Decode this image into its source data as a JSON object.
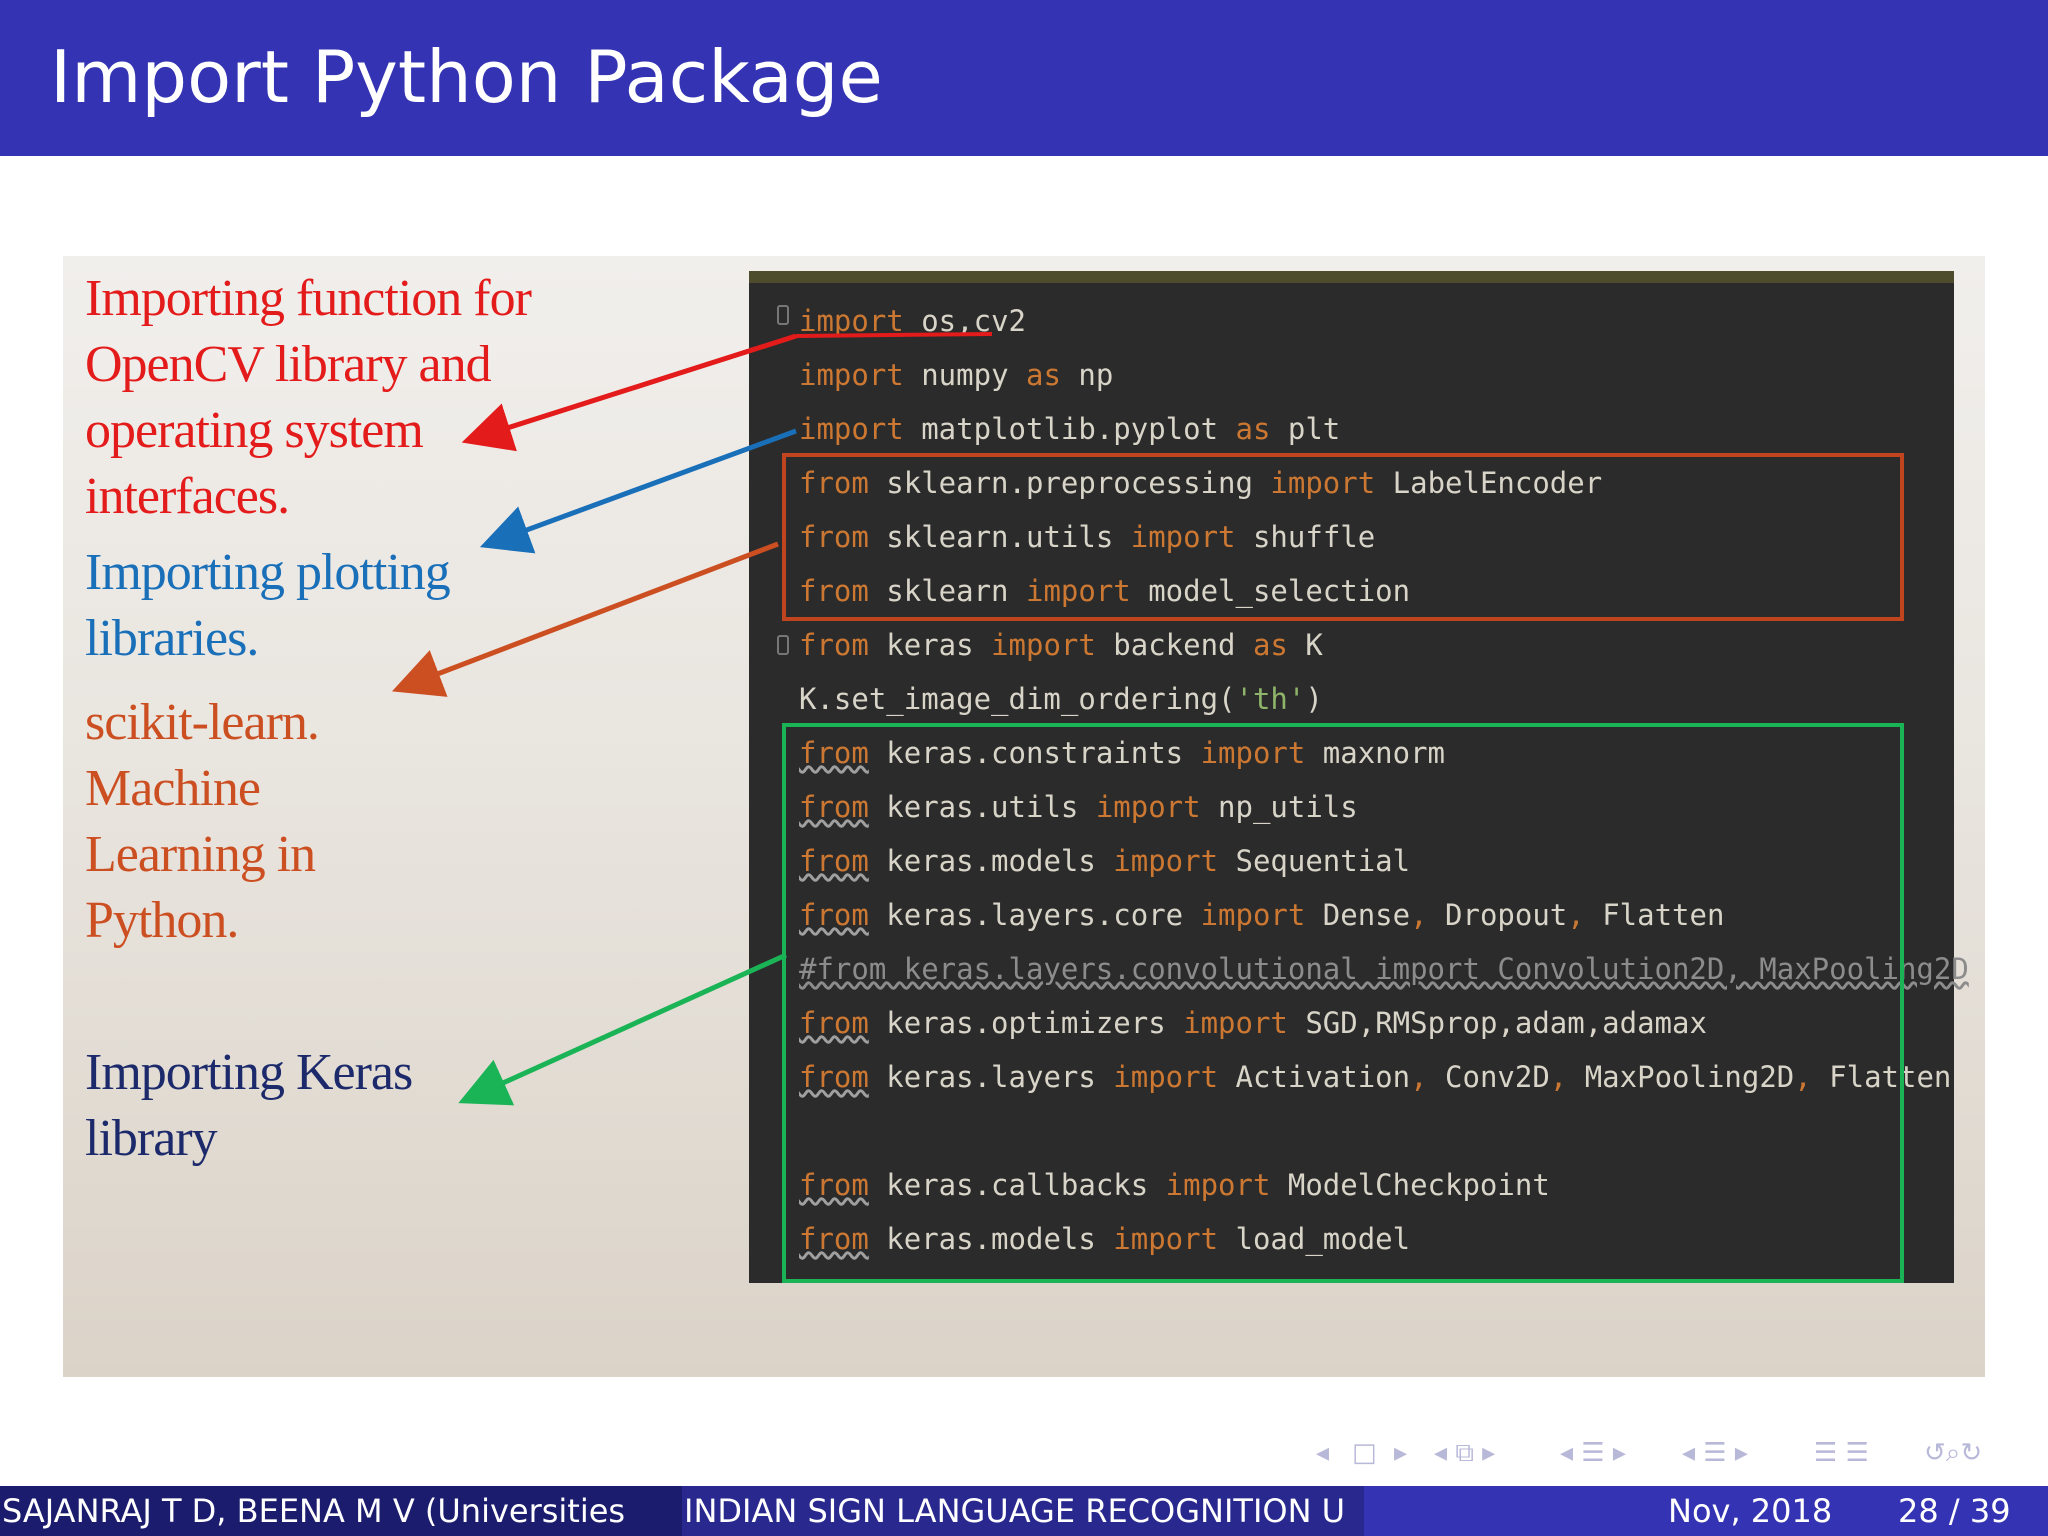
{
  "slide": {
    "title": "Import Python Package"
  },
  "annotations": {
    "opencv": [
      "Importing function for",
      "OpenCV library and",
      "operating  system",
      "interfaces."
    ],
    "plotting": [
      "Importing plotting",
      "libraries."
    ],
    "sklearn": [
      "scikit-learn.",
      "Machine",
      "Learning in",
      "Python."
    ],
    "keras": [
      "Importing Keras",
      "library"
    ]
  },
  "colors": {
    "header": "#3333b3",
    "opencv_arrow": "#e41b1b",
    "plotting_arrow": "#1a6fb9",
    "sklearn_arrow": "#cc4f22",
    "keras_arrow": "#1ab457"
  },
  "code": {
    "lines": [
      [
        {
          "t": "import",
          "c": "kw"
        },
        {
          "t": " os,cv2"
        }
      ],
      [
        {
          "t": "import",
          "c": "kw"
        },
        {
          "t": " numpy "
        },
        {
          "t": "as",
          "c": "kw"
        },
        {
          "t": " np"
        }
      ],
      [
        {
          "t": "import",
          "c": "kw"
        },
        {
          "t": " matplotlib.pyplot "
        },
        {
          "t": "as",
          "c": "kw"
        },
        {
          "t": " plt"
        }
      ],
      [
        {
          "t": "from",
          "c": "kw"
        },
        {
          "t": " sklearn.preprocessing "
        },
        {
          "t": "import",
          "c": "kw"
        },
        {
          "t": " LabelEncoder"
        }
      ],
      [
        {
          "t": "from",
          "c": "kw"
        },
        {
          "t": " sklearn.utils "
        },
        {
          "t": "import",
          "c": "kw"
        },
        {
          "t": " shuffle"
        }
      ],
      [
        {
          "t": "from",
          "c": "kw"
        },
        {
          "t": " sklearn "
        },
        {
          "t": "import",
          "c": "kw"
        },
        {
          "t": " model_selection"
        }
      ],
      [
        {
          "t": "from",
          "c": "kw"
        },
        {
          "t": " keras "
        },
        {
          "t": "import",
          "c": "kw"
        },
        {
          "t": " backend "
        },
        {
          "t": "as",
          "c": "kw"
        },
        {
          "t": " K"
        }
      ],
      [
        {
          "t": "K.set_image_dim_ordering("
        },
        {
          "t": "'th'",
          "c": "str"
        },
        {
          "t": ")"
        }
      ],
      [
        {
          "t": "from",
          "c": "kw squiggle"
        },
        {
          "t": " keras.constraints "
        },
        {
          "t": "import",
          "c": "kw"
        },
        {
          "t": " maxnorm"
        }
      ],
      [
        {
          "t": "from",
          "c": "kw squiggle"
        },
        {
          "t": " keras.utils "
        },
        {
          "t": "import",
          "c": "kw"
        },
        {
          "t": " np_utils"
        }
      ],
      [
        {
          "t": "from",
          "c": "kw squiggle"
        },
        {
          "t": " keras.models "
        },
        {
          "t": "import",
          "c": "kw"
        },
        {
          "t": " Sequential"
        }
      ],
      [
        {
          "t": "from",
          "c": "kw squiggle"
        },
        {
          "t": " keras.layers.core "
        },
        {
          "t": "import",
          "c": "kw"
        },
        {
          "t": " Dense"
        },
        {
          "t": ",",
          "c": "kw"
        },
        {
          "t": " Dropout"
        },
        {
          "t": ",",
          "c": "kw"
        },
        {
          "t": " Flatten"
        }
      ],
      [
        {
          "t": "#from keras.layers.convolutional import Convolution2D, MaxPooling2D",
          "c": "comment"
        }
      ],
      [
        {
          "t": "from",
          "c": "kw squiggle"
        },
        {
          "t": " keras.optimizers "
        },
        {
          "t": "import",
          "c": "kw"
        },
        {
          "t": " SGD,RMSprop,adam,adamax"
        }
      ],
      [
        {
          "t": "from",
          "c": "kw squiggle"
        },
        {
          "t": " keras.layers "
        },
        {
          "t": "import",
          "c": "kw"
        },
        {
          "t": " Activation"
        },
        {
          "t": ",",
          "c": "kw"
        },
        {
          "t": " Conv2D"
        },
        {
          "t": ",",
          "c": "kw"
        },
        {
          "t": " MaxPooling2D"
        },
        {
          "t": ",",
          "c": "kw"
        },
        {
          "t": " Flatten"
        }
      ],
      [],
      [
        {
          "t": "from",
          "c": "kw squiggle"
        },
        {
          "t": " keras.callbacks "
        },
        {
          "t": "import",
          "c": "kw"
        },
        {
          "t": " ModelCheckpoint"
        }
      ],
      [
        {
          "t": "from",
          "c": "kw squiggle"
        },
        {
          "t": " keras.models "
        },
        {
          "t": "import",
          "c": "kw"
        },
        {
          "t": " load_model"
        }
      ]
    ]
  },
  "navigation": {
    "icons": [
      "nav-prev-frame-icon",
      "nav-frame-icon",
      "nav-next-frame-icon",
      "nav-subsection-icon",
      "nav-section-icon",
      "nav-outline-icon",
      "nav-search-icon"
    ]
  },
  "footer": {
    "authors": "SAJANRAJ T D, BEENA M V (Universities",
    "talk_title": "INDIAN SIGN LANGUAGE RECOGNITION U",
    "date": "Nov, 2018",
    "page": "28 / 39"
  }
}
